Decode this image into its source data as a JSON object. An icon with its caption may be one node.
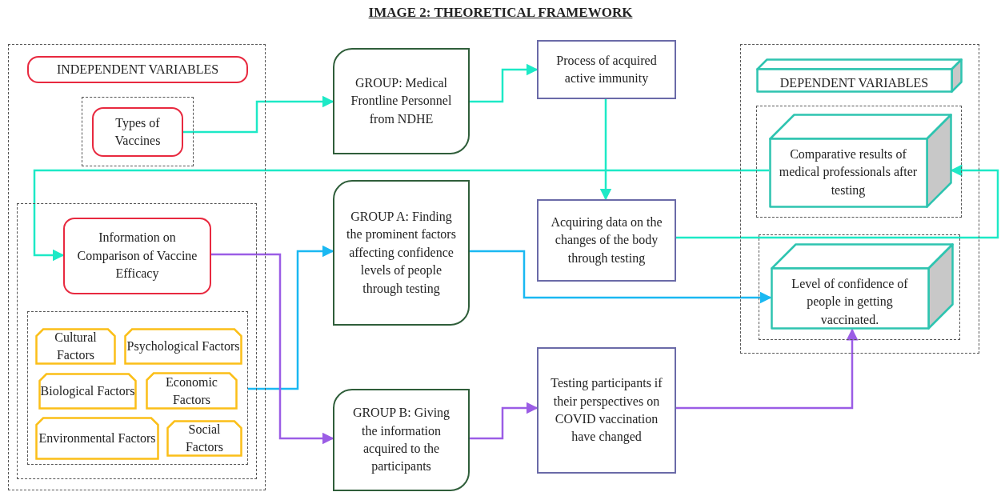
{
  "diagram": {
    "title": "IMAGE 2: THEORETICAL FRAMEWORK",
    "nodes": [
      {
        "text": [],
        "shape": "box"
      },
      {
        "text": [
          "INDEPENDENT VARIABLES"
        ],
        "in": 0
      },
      {
        "text": [],
        "shape": "box",
        "in": 0
      },
      {
        "text": [
          "Types of Vaccines"
        ],
        "in": 2
      },
      {
        "text": [],
        "shape": "box",
        "in": 0
      },
      {
        "text": [
          "Information on Comparison of Vaccine Efficacy"
        ],
        "in": 4
      },
      {
        "text": [],
        "shape": "box",
        "in": 4
      },
      {
        "text": [
          "Cultural Factors"
        ],
        "in": 6
      },
      {
        "text": [
          "Psychological Factors"
        ],
        "in": 6
      },
      {
        "text": [
          "Biological Factors"
        ],
        "in": 6
      },
      {
        "text": [
          "Economic Factors"
        ],
        "in": 6
      },
      {
        "text": [
          "Environmental Factors"
        ],
        "in": 6
      },
      {
        "text": [
          "Social Factors"
        ],
        "in": 6
      },
      {
        "text": [
          "GROUP: Medical Frontline Personnel from NDHE"
        ]
      },
      {
        "text": [
          "Process of acquired active immunity"
        ]
      },
      {
        "text": [
          "GROUP A: Finding the prominent factors affecting confidence levels of people through testing"
        ]
      },
      {
        "text": [
          "Acquiring data on the changes of the body through testing"
        ]
      },
      {
        "text": [
          "GROUP B: Giving the information acquired to the participants"
        ]
      },
      {
        "text": [
          "Testing participants if their perspectives on COVID vaccination have changed"
        ]
      },
      {
        "text": [],
        "shape": "box"
      },
      {
        "text": [
          "DEPENDENT VARIABLES"
        ],
        "in": 19
      },
      {
        "text": [],
        "shape": "box",
        "in": 19
      },
      {
        "text": [
          "Comparative results of medical professionals after testing"
        ],
        "in": 21
      },
      {
        "text": [],
        "shape": "box",
        "in": 19
      },
      {
        "text": [
          "Level of confidence of people in getting vaccinated."
        ],
        "in": 23
      }
    ],
    "edges": [
      {
        "from": 3,
        "to": 13,
        "arrow": "to"
      },
      {
        "from": 13,
        "to": 14,
        "arrow": "to"
      },
      {
        "from": 14,
        "to": 16,
        "arrow": "to"
      },
      {
        "from": 16,
        "to": 22,
        "arrow": "to"
      },
      {
        "from": 22,
        "to": 5,
        "arrow": "to"
      },
      {
        "from": 6,
        "to": 15,
        "arrow": "to",
        "color": "#1ab8f2"
      },
      {
        "from": 15,
        "to": 24,
        "arrow": "to",
        "color": "#1ab8f2"
      },
      {
        "from": 5,
        "to": 17,
        "arrow": "to",
        "color": "#9b5de5"
      },
      {
        "from": 17,
        "to": 18,
        "arrow": "to",
        "color": "#9b5de5"
      },
      {
        "from": 18,
        "to": 24,
        "arrow": "to",
        "color": "#9b5de5"
      }
    ]
  }
}
